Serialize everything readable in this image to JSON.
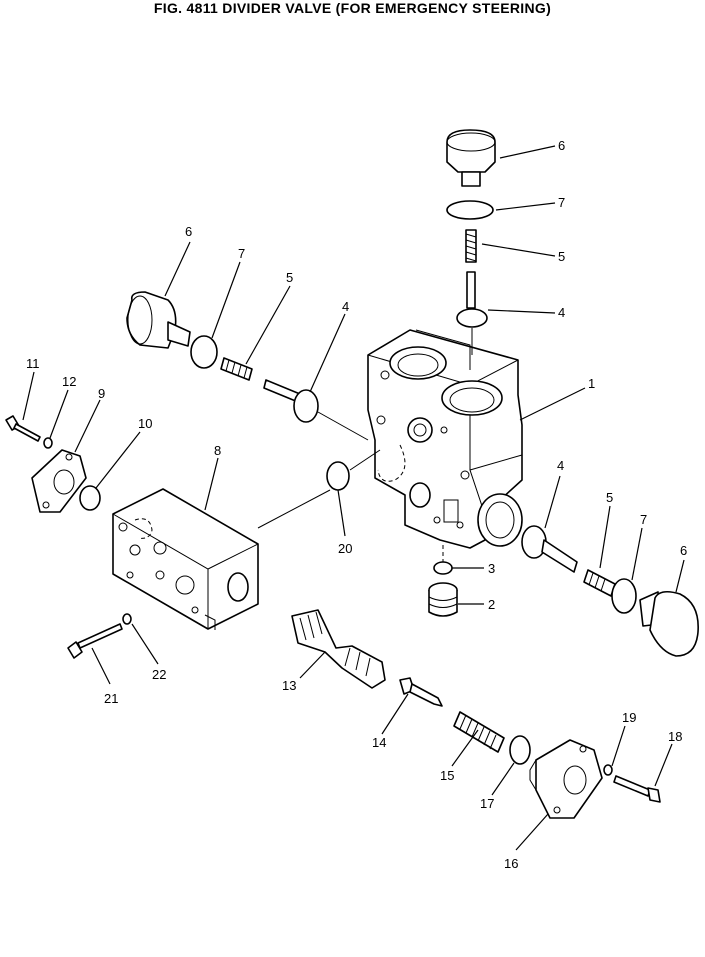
{
  "title": "FIG. 4811  DIVIDER VALVE (FOR EMERGENCY STEERING)",
  "callouts": [
    {
      "id": "c6a",
      "text": "6"
    },
    {
      "id": "c7a",
      "text": "7"
    },
    {
      "id": "c5a",
      "text": "5"
    },
    {
      "id": "c4a",
      "text": "4"
    },
    {
      "id": "c1",
      "text": "1"
    },
    {
      "id": "c6b",
      "text": "6"
    },
    {
      "id": "c7b",
      "text": "7"
    },
    {
      "id": "c5b",
      "text": "5"
    },
    {
      "id": "c4b",
      "text": "4"
    },
    {
      "id": "c11",
      "text": "11"
    },
    {
      "id": "c12",
      "text": "12"
    },
    {
      "id": "c9",
      "text": "9"
    },
    {
      "id": "c10",
      "text": "10"
    },
    {
      "id": "c8",
      "text": "8"
    },
    {
      "id": "c20",
      "text": "20"
    },
    {
      "id": "c4c",
      "text": "4"
    },
    {
      "id": "c5c",
      "text": "5"
    },
    {
      "id": "c7c",
      "text": "7"
    },
    {
      "id": "c6c",
      "text": "6"
    },
    {
      "id": "c3",
      "text": "3"
    },
    {
      "id": "c2",
      "text": "2"
    },
    {
      "id": "c21",
      "text": "21"
    },
    {
      "id": "c22",
      "text": "22"
    },
    {
      "id": "c13",
      "text": "13"
    },
    {
      "id": "c14",
      "text": "14"
    },
    {
      "id": "c15",
      "text": "15"
    },
    {
      "id": "c17",
      "text": "17"
    },
    {
      "id": "c16",
      "text": "16"
    },
    {
      "id": "c19",
      "text": "19"
    },
    {
      "id": "c18",
      "text": "18"
    }
  ]
}
